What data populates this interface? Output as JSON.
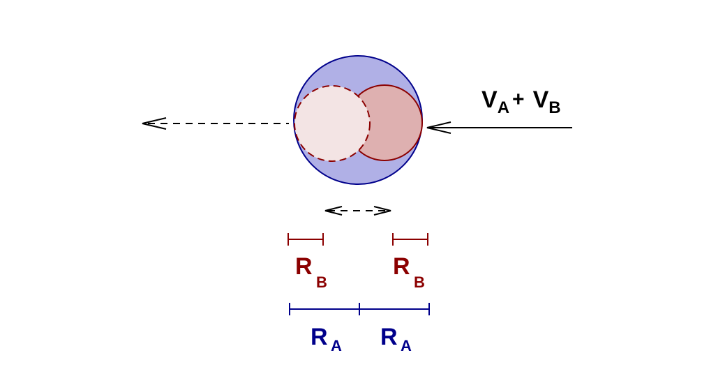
{
  "colors": {
    "outer_fill": "#b0b0e6",
    "outer_stroke": "#00008b",
    "inner_fill": "#deb0b0",
    "ghost_fill": "#f3e4e4",
    "inner_stroke": "#8b0000",
    "arrow": "#000000",
    "rb_color": "#8b0000",
    "ra_color": "#00008b"
  },
  "velocity_label": {
    "v1": "V",
    "v1_sub": "A",
    "plus": "+",
    "v2": "V",
    "v2_sub": "B"
  },
  "rb_labels": [
    {
      "main": "R",
      "sub": "B"
    },
    {
      "main": "R",
      "sub": "B"
    }
  ],
  "ra_labels": [
    {
      "main": "R",
      "sub": "A"
    },
    {
      "main": "R",
      "sub": "A"
    }
  ]
}
